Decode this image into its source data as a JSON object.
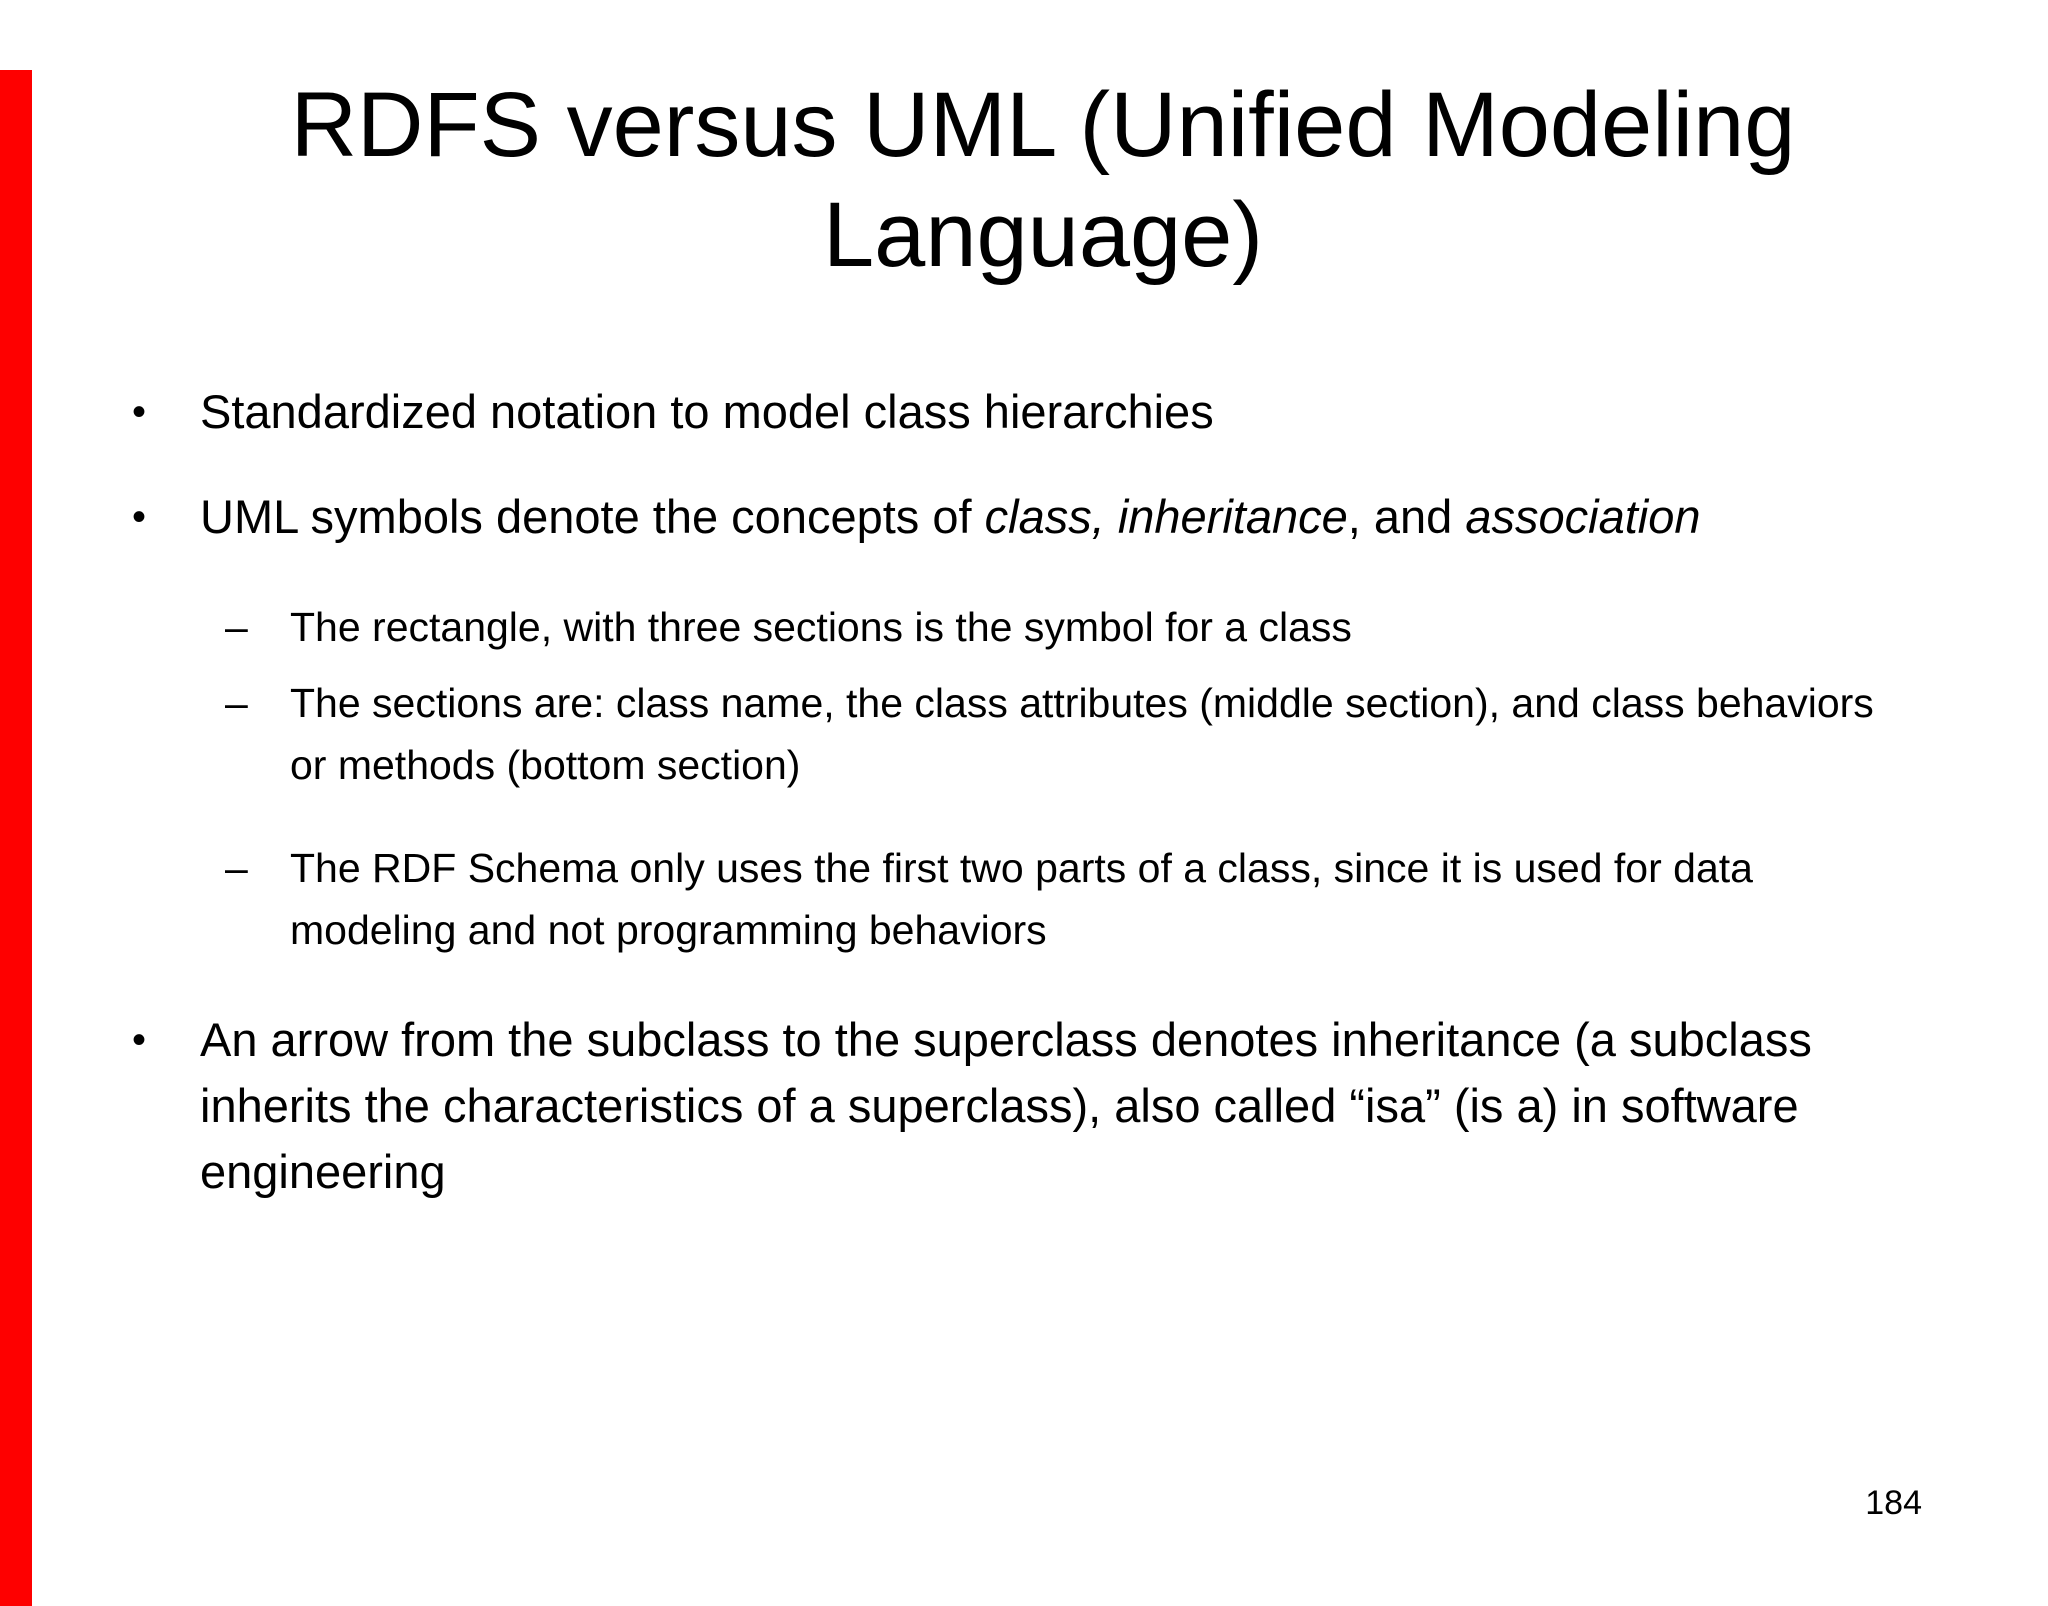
{
  "slide": {
    "title": "RDFS versus UML (Unified Modeling Language)",
    "page_number": "184",
    "markers": {
      "bullet": "•",
      "dash": "–"
    },
    "colors": {
      "background": "#ffffff",
      "text": "#000000",
      "edge_bar": "#fe0000"
    },
    "bullets": [
      {
        "level": 1,
        "text": "Standardized notation to model class hierarchies"
      },
      {
        "level": 1,
        "segments": [
          {
            "text": "UML symbols denote the concepts of ",
            "italic": false
          },
          {
            "text": "class, inheritance",
            "italic": true
          },
          {
            "text": ", and ",
            "italic": false
          },
          {
            "text": "association",
            "italic": true
          }
        ]
      },
      {
        "level": 2,
        "text": "The rectangle, with three sections is the symbol for a class"
      },
      {
        "level": 2,
        "text": "The sections are: class name, the class attributes (middle section), and class behaviors or methods (bottom section)"
      },
      {
        "level": 2,
        "text": "The RDF Schema only uses the first two parts of a class, since it is used for data modeling and not programming behaviors"
      },
      {
        "level": 1,
        "text": "An arrow from the subclass to the superclass denotes inheritance (a subclass inherits the characteristics of a superclass), also called “isa” (is a) in software engineering"
      }
    ]
  }
}
